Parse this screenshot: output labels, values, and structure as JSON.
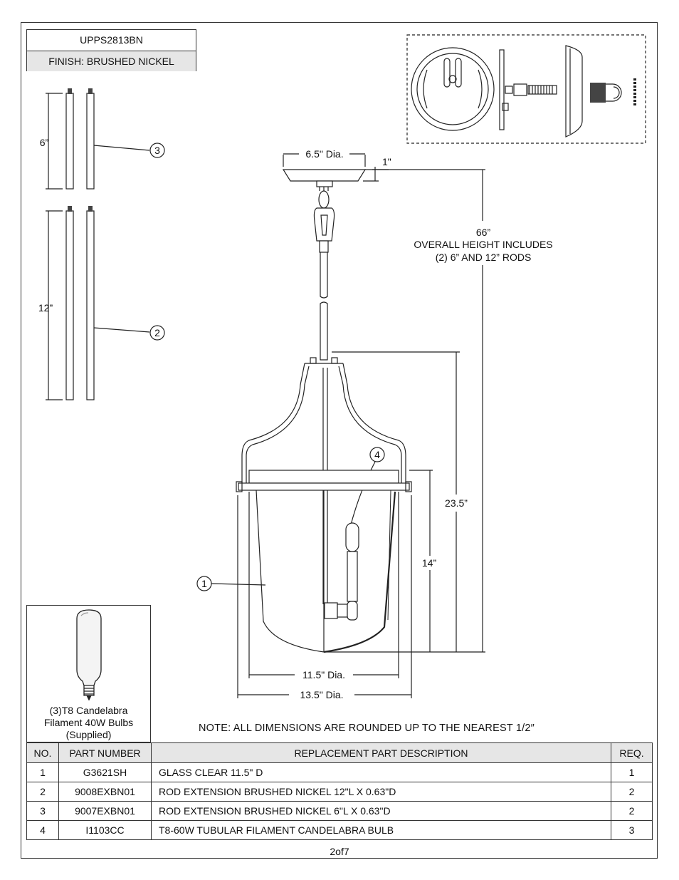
{
  "header": {
    "model": "UPPS2813BN",
    "finish": "FINISH: BRUSHED NICKEL"
  },
  "drawing": {
    "rod_6_label": "6”",
    "rod_12_label": "12”",
    "callout_1": "1",
    "callout_2": "2",
    "callout_3": "3",
    "callout_4": "4",
    "canopy_dia": "6.5\" Dia.",
    "canopy_height": "1\"",
    "overall_height": "66”",
    "overall_note_1": "OVERALL HEIGHT INCLUDES",
    "overall_note_2": "(2) 6” AND 12” RODS",
    "body_height": "23.5”",
    "glass_height": "14”",
    "glass_dia": "11.5\" Dia.",
    "fixture_dia": "13.5\" Dia."
  },
  "bulb": {
    "line1": "(3)T8 Candelabra",
    "line2": "Filament 40W Bulbs",
    "line3": "(Supplied)"
  },
  "note": "NOTE:  ALL DIMENSIONS ARE ROUNDED UP TO THE NEAREST  1/2″",
  "table": {
    "headers": {
      "no": "NO.",
      "part_number": "PART NUMBER",
      "description": "REPLACEMENT PART DESCRIPTION",
      "req": "REQ."
    },
    "rows": [
      {
        "no": "1",
        "part_number": "G3621SH",
        "description": "GLASS CLEAR 11.5\" D",
        "req": "1"
      },
      {
        "no": "2",
        "part_number": "9008EXBN01",
        "description": "ROD EXTENSION BRUSHED NICKEL 12\"L X 0.63\"D",
        "req": "2"
      },
      {
        "no": "3",
        "part_number": "9007EXBN01",
        "description": "ROD EXTENSION BRUSHED NICKEL 6\"L X 0.63\"D",
        "req": "2"
      },
      {
        "no": "4",
        "part_number": "I1103CC",
        "description": "T8-60W TUBULAR FILAMENT CANDELABRA BULB",
        "req": "3"
      }
    ]
  },
  "page": "2of7"
}
